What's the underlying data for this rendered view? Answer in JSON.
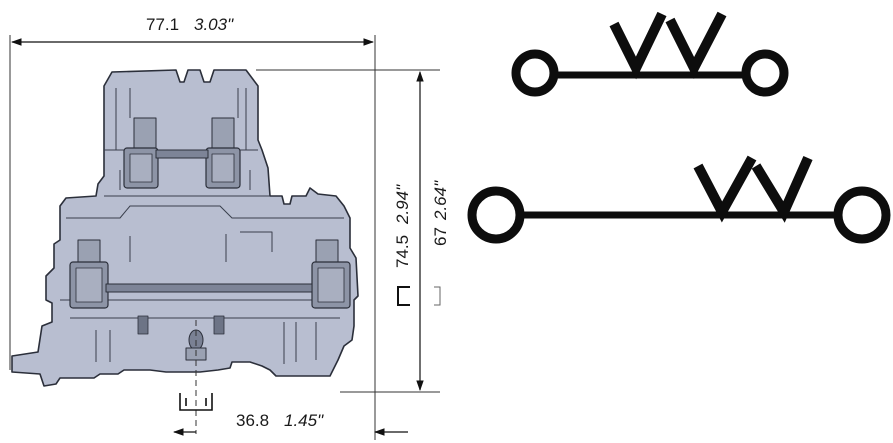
{
  "dimensions": {
    "width": {
      "mm": "77.1",
      "inch": "3.03\""
    },
    "height_total": {
      "mm": "74.5",
      "inch": "2.94\""
    },
    "height_rail": {
      "mm": "67",
      "inch": "2.64\""
    },
    "rail_offset": {
      "mm": "36.8",
      "inch": "1.45\""
    }
  },
  "colors": {
    "body_fill": "#b9bfd1",
    "body_stroke": "#2b2f3a",
    "clamp_fill": "#8d94a6",
    "line": "#111111",
    "symbol": "#0d0d0d"
  },
  "icons": {
    "symbol_top": "double-diode-circuit-symbol",
    "symbol_bottom": "double-diode-circuit-symbol",
    "din_rail_icon": "din-rail-icon"
  }
}
